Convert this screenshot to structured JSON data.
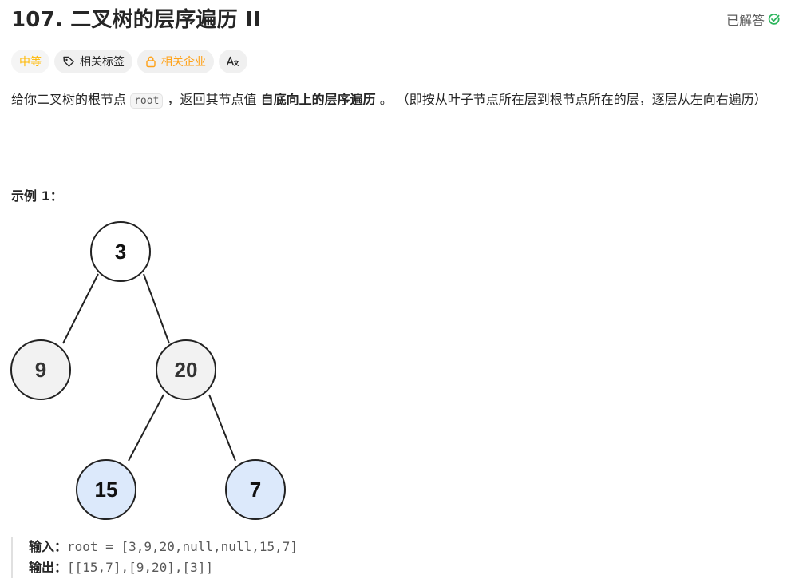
{
  "problem": {
    "title": "107. 二叉树的层序遍历 II",
    "status": "已解答"
  },
  "tags": {
    "difficulty": "中等",
    "topics": "相关标签",
    "companies": "相关企业",
    "translate_icon": "translate-icon"
  },
  "description": {
    "part1": "给你二叉树的根节点 ",
    "code": "root",
    "part2": " ，返回其节点值 ",
    "bold": "自底向上的层序遍历",
    "part3": " 。 （即按从叶子节点所在层到根节点所在的层，逐层从左向右遍历）"
  },
  "example": {
    "label": "示例 1：",
    "tree": {
      "nodes": [
        "3",
        "9",
        "20",
        "15",
        "7"
      ],
      "colors": {
        "root": "#ffffff",
        "gray": "#f2f2f2",
        "blue": "#dce9fb",
        "stroke": "#222222"
      }
    },
    "input_label": "输入：",
    "input_value": "root = [3,9,20,null,null,15,7]",
    "output_label": "输出：",
    "output_value": "[[15,7],[9,20],[3]]"
  }
}
